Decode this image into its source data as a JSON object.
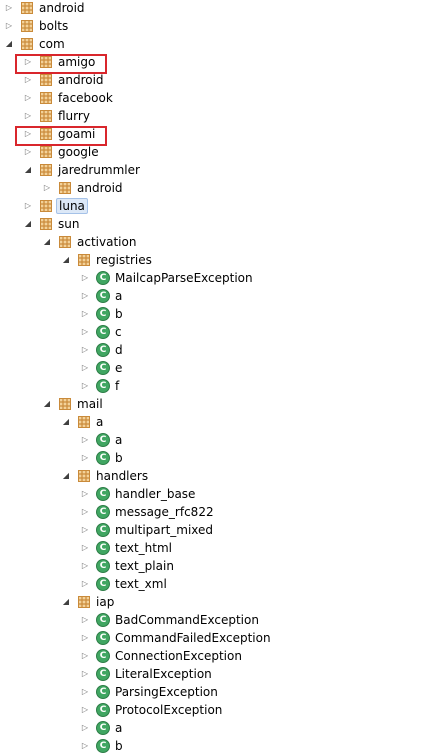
{
  "tree": {
    "items": [
      {
        "label": "android",
        "level": 0,
        "kind": "package",
        "state": "collapsed"
      },
      {
        "label": "bolts",
        "level": 0,
        "kind": "package",
        "state": "collapsed"
      },
      {
        "label": "com",
        "level": 0,
        "kind": "package",
        "state": "expanded"
      },
      {
        "label": "amigo",
        "level": 1,
        "kind": "package",
        "state": "collapsed",
        "highlighted": true
      },
      {
        "label": "android",
        "level": 1,
        "kind": "package",
        "state": "collapsed"
      },
      {
        "label": "facebook",
        "level": 1,
        "kind": "package",
        "state": "collapsed"
      },
      {
        "label": "flurry",
        "level": 1,
        "kind": "package",
        "state": "collapsed"
      },
      {
        "label": "goami",
        "level": 1,
        "kind": "package",
        "state": "collapsed",
        "highlighted": true
      },
      {
        "label": "google",
        "level": 1,
        "kind": "package",
        "state": "collapsed"
      },
      {
        "label": "jaredrummler",
        "level": 1,
        "kind": "package",
        "state": "expanded"
      },
      {
        "label": "android",
        "level": 2,
        "kind": "package",
        "state": "collapsed"
      },
      {
        "label": "luna",
        "level": 1,
        "kind": "package",
        "state": "collapsed",
        "selected": true
      },
      {
        "label": "sun",
        "level": 1,
        "kind": "package",
        "state": "expanded"
      },
      {
        "label": "activation",
        "level": 2,
        "kind": "package",
        "state": "expanded"
      },
      {
        "label": "registries",
        "level": 3,
        "kind": "package",
        "state": "expanded"
      },
      {
        "label": "MailcapParseException",
        "level": 4,
        "kind": "class",
        "state": "collapsed"
      },
      {
        "label": "a",
        "level": 4,
        "kind": "class",
        "state": "collapsed"
      },
      {
        "label": "b",
        "level": 4,
        "kind": "class",
        "state": "collapsed"
      },
      {
        "label": "c",
        "level": 4,
        "kind": "class",
        "state": "collapsed"
      },
      {
        "label": "d",
        "level": 4,
        "kind": "class",
        "state": "collapsed"
      },
      {
        "label": "e",
        "level": 4,
        "kind": "class",
        "state": "collapsed"
      },
      {
        "label": "f",
        "level": 4,
        "kind": "class",
        "state": "collapsed"
      },
      {
        "label": "mail",
        "level": 2,
        "kind": "package",
        "state": "expanded"
      },
      {
        "label": "a",
        "level": 3,
        "kind": "package",
        "state": "expanded"
      },
      {
        "label": "a",
        "level": 4,
        "kind": "class",
        "state": "collapsed"
      },
      {
        "label": "b",
        "level": 4,
        "kind": "class",
        "state": "collapsed"
      },
      {
        "label": "handlers",
        "level": 3,
        "kind": "package",
        "state": "expanded"
      },
      {
        "label": "handler_base",
        "level": 4,
        "kind": "class",
        "state": "collapsed"
      },
      {
        "label": "message_rfc822",
        "level": 4,
        "kind": "class",
        "state": "collapsed"
      },
      {
        "label": "multipart_mixed",
        "level": 4,
        "kind": "class",
        "state": "collapsed"
      },
      {
        "label": "text_html",
        "level": 4,
        "kind": "class",
        "state": "collapsed"
      },
      {
        "label": "text_plain",
        "level": 4,
        "kind": "class",
        "state": "collapsed"
      },
      {
        "label": "text_xml",
        "level": 4,
        "kind": "class",
        "state": "collapsed"
      },
      {
        "label": "iap",
        "level": 3,
        "kind": "package",
        "state": "expanded"
      },
      {
        "label": "BadCommandException",
        "level": 4,
        "kind": "class",
        "state": "collapsed"
      },
      {
        "label": "CommandFailedException",
        "level": 4,
        "kind": "class",
        "state": "collapsed"
      },
      {
        "label": "ConnectionException",
        "level": 4,
        "kind": "class",
        "state": "collapsed"
      },
      {
        "label": "LiteralException",
        "level": 4,
        "kind": "class",
        "state": "collapsed"
      },
      {
        "label": "ParsingException",
        "level": 4,
        "kind": "class",
        "state": "collapsed"
      },
      {
        "label": "ProtocolException",
        "level": 4,
        "kind": "class",
        "state": "collapsed"
      },
      {
        "label": "a",
        "level": 4,
        "kind": "class",
        "state": "collapsed"
      },
      {
        "label": "b",
        "level": 4,
        "kind": "class",
        "state": "collapsed"
      }
    ]
  },
  "icons": {
    "package": "package-icon",
    "class": "class-icon",
    "class_glyph": "C",
    "expanded": "expanded-arrow-icon",
    "collapsed": "collapsed-arrow-icon"
  },
  "colors": {
    "highlight_box": "#d9262c",
    "selection_fill": "#dce8f7",
    "selection_border": "#a5c2e8",
    "class_icon": "#40a662",
    "package_icon": "#c98a3a"
  }
}
